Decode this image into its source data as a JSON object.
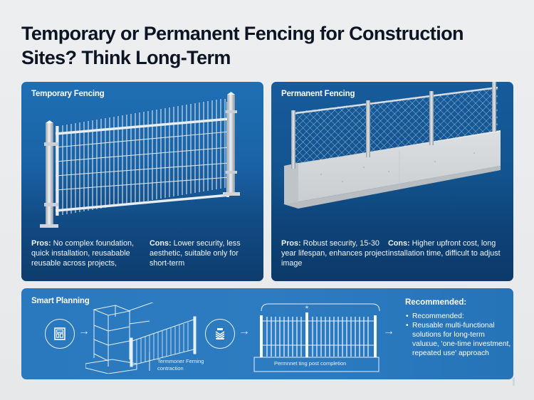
{
  "title": "Temporary or Permanent Fencing for Construction Sites? Think Long-Term",
  "colors": {
    "background": "#eceef0",
    "title_text": "#0d1524",
    "panel_blue": "#1f6fb4",
    "panel_dark_blue": "#13548f",
    "planning_blue": "#2a78bd",
    "text_on_blue": "#ffffff"
  },
  "temporary": {
    "label": "Temporary Fencing",
    "illustration": "galvanized-mesh-panel-fence",
    "pros_label": "Pros:",
    "pros_text": " No complex foundation, quick installation, reusabable reusable across projects,",
    "cons_label": "Cons:",
    "cons_text": " Lower security, less aesthetic, suitable only for short-term"
  },
  "permanent": {
    "label": "Permanent Fencing",
    "illustration": "chain-link-fence-on-concrete-wall",
    "pros_label": "Pros:",
    "pros_text": " Robust security, 15-30 year lifespan, enhances project image",
    "cons_label": "Cons:",
    "cons_text": " Higher upfront cost, long installation time, difficult to adjust"
  },
  "planning": {
    "label": "Smart Planning",
    "steps": [
      {
        "icon": "blueprint-icon"
      },
      {
        "icon": "layers-icon"
      }
    ],
    "temp_annotation_line1": "Termmoner Ferning",
    "temp_annotation_line2": "contraction",
    "perm_annotation": "Permnnet ting post completion",
    "arrow": "→",
    "recommended_title": "Recommended:",
    "recommended_items": [
      "Recommended:",
      "Reusable multi-functional solutions for long-term valuεue, 'one-time investment, repeated use' approach"
    ]
  }
}
